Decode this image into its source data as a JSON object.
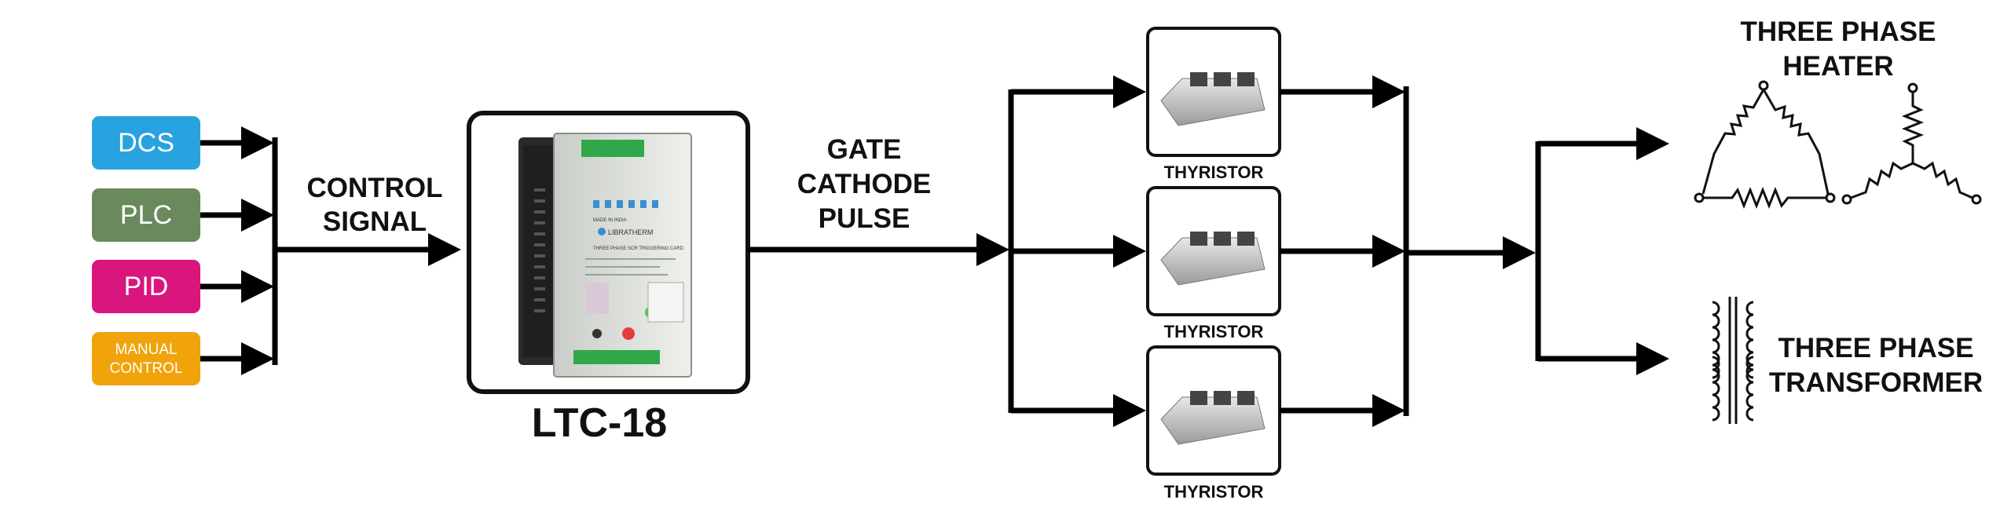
{
  "sources": [
    {
      "label": "DCS",
      "color": "#29a3df"
    },
    {
      "label": "PLC",
      "color": "#6a8a5e"
    },
    {
      "label": "PID",
      "color": "#d9157e"
    },
    {
      "label_line1": "MANUAL",
      "label_line2": "CONTROL",
      "color": "#f0a30a"
    }
  ],
  "labels": {
    "control_signal_1": "CONTROL",
    "control_signal_2": "SIGNAL",
    "controller": "LTC-18",
    "gate_1": "GATE",
    "gate_2": "CATHODE",
    "gate_3": "PULSE",
    "thyristor_1": "THYRISTOR",
    "thyristor_2": "THYRISTOR",
    "thyristor_3": "THYRISTOR",
    "heater_1": "THREE PHASE",
    "heater_2": "HEATER",
    "transformer_1": "THREE PHASE",
    "transformer_2": "TRANSFORMER"
  },
  "device_panel": {
    "brand": "LIBRATHERM",
    "product": "THREE PHASE SCR TRIGGERING CARD",
    "made_in": "MADE IN INDIA"
  }
}
